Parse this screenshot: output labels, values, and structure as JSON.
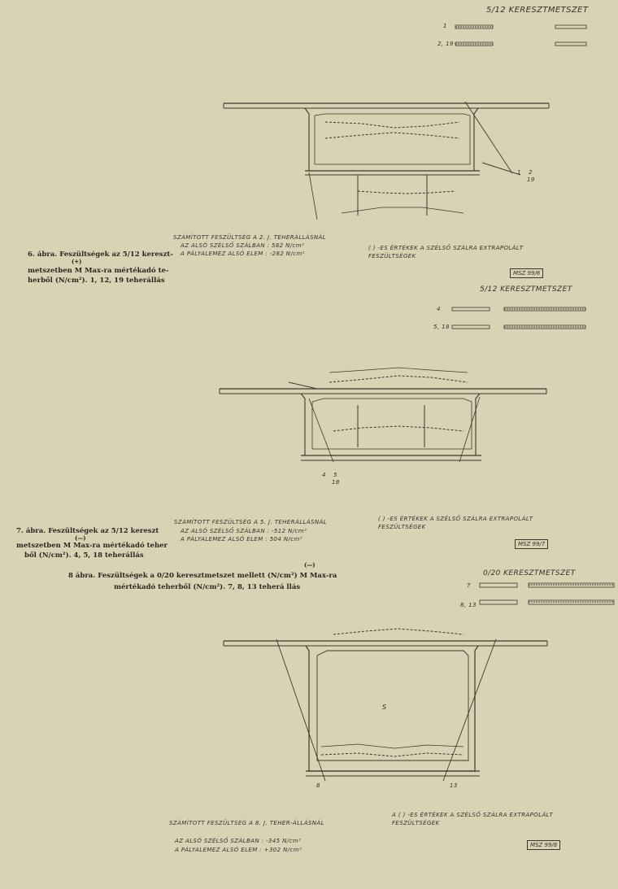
{
  "figures": [
    {
      "id": "fig6",
      "caption_lines": [
        "6. ábra. Feszültségek az 5/12 kereszt-",
        "metszetben M Max-ra mértékadó te-",
        "herből (N/cm²). 1, 12, 19 teherállás"
      ],
      "caption_mark": "(+)",
      "section_title": "5/12 KERESZTMETSZET",
      "load_rows": [
        "1",
        "2, 19"
      ],
      "computed_label": "SZÁMÍTOTT FESZÜLTSÉG A 2. J. TEHERÁLLÁSNÁL",
      "computed_line1": "AZ ALSÓ SZÉLSŐ SZÁLBAN : 582 N/cm²",
      "computed_line2": "A PÁLYALEMEZ ALSÓ ELEM : -282 N/cm²",
      "note": "( ) -ES ÉRTÉKEK A SZÉLSŐ SZÁLRA EXTRAPOLÁLT FESZÜLTSÉGEK",
      "stamp": "MSZ 99/6",
      "axis_marks": [
        "1",
        "2",
        "19"
      ]
    },
    {
      "id": "fig7",
      "caption_lines": [
        "7. ábra. Feszültségek az 5/12 kereszt",
        "metszetben M Max-ra mértékadó teher",
        "ből (N/cm²). 4, 5, 18 teherállás"
      ],
      "caption_mark": "(—)",
      "section_title": "5/12 KERESZTMETSZET",
      "load_rows": [
        "4",
        "5, 18"
      ],
      "computed_label": "SZÁMÍTOTT FESZÜLTSÉG A 5. J. TEHERÁLLÁSNÁL",
      "computed_line1": "AZ ALSÓ SZÉLSŐ SZÁLBAN : -512 N/cm²",
      "computed_line2": "A PÁLYALEMEZ ALSÓ ELEM : 504 N/cm²",
      "note": "( ) -ES ÉRTÉKEK A SZÉLSŐ SZÁLRA EXTRAPOLÁLT FESZÜLTSÉGEK",
      "stamp": "MSZ 99/7",
      "axis_marks": [
        "4",
        "5",
        "18"
      ]
    },
    {
      "id": "fig8",
      "caption_lines": [
        "8 ábra. Feszültségek a 0/20 keresztmetszet mellett (N/cm²) M Max-ra",
        "mértékadó teherből (N/cm²). 7, 8, 13 teherá llás"
      ],
      "caption_mark": "(—)",
      "section_title": "0/20 KERESZTMETSZET",
      "load_rows": [
        "7",
        "8, 13"
      ],
      "computed_label": "SZÁMÍTOTT FESZÜLTSÉG A 8. J. TEHER-ÁLLÁSNÁL",
      "computed_line1": "AZ ALSÓ SZÉLSŐ SZÁLBAN : -345 N/cm²",
      "computed_line2": "A PÁLYALEMEZ ALSÓ ELEM : +302 N/cm²",
      "note": "A ( ) -ES ÉRTÉKEK A SZÉLSŐ SZÁLRA EXTRAPOLÁLT FESZÜLTSÉGEK",
      "stamp": "MSZ 99/8",
      "axis_marks": [
        "8",
        "13"
      ],
      "centroid_label": "S"
    }
  ]
}
